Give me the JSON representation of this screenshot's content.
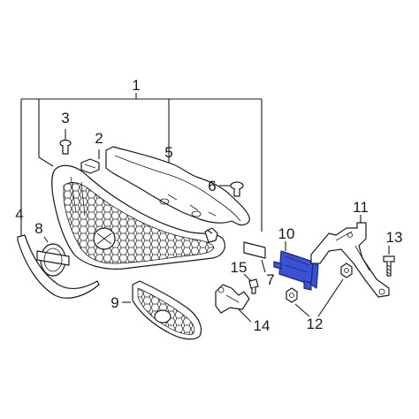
{
  "callouts": [
    {
      "id": "1",
      "text": "1"
    },
    {
      "id": "2",
      "text": "2"
    },
    {
      "id": "3",
      "text": "3"
    },
    {
      "id": "4",
      "text": "4"
    },
    {
      "id": "5",
      "text": "5"
    },
    {
      "id": "6",
      "text": "6"
    },
    {
      "id": "7",
      "text": "7"
    },
    {
      "id": "8",
      "text": "8"
    },
    {
      "id": "9",
      "text": "9"
    },
    {
      "id": "10",
      "text": "10"
    },
    {
      "id": "11",
      "text": "11"
    },
    {
      "id": "12",
      "text": "12"
    },
    {
      "id": "13",
      "text": "13"
    },
    {
      "id": "14",
      "text": "14"
    },
    {
      "id": "15",
      "text": "15"
    }
  ],
  "colors": {
    "highlight": "#3b52d4",
    "line": "#1a1a1a"
  }
}
